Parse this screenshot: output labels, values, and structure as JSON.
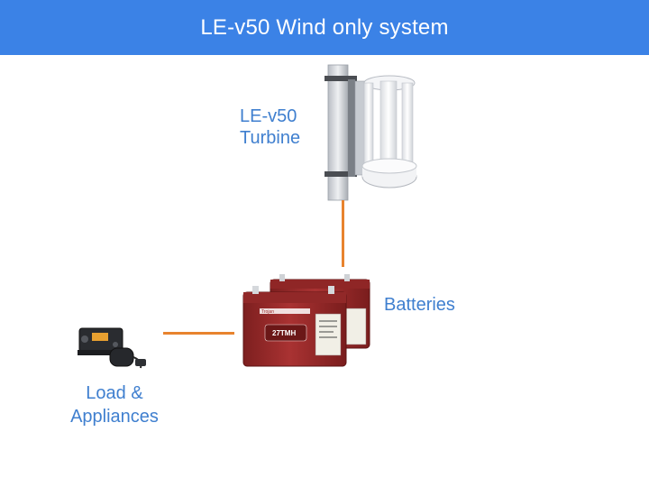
{
  "header": {
    "title": "LE-v50 Wind only system"
  },
  "turbine": {
    "label_line1": "LE-v50",
    "label_line2": "Turbine",
    "icon": "vertical-axis-wind-turbine-icon"
  },
  "batteries": {
    "label": "Batteries",
    "icon": "battery-bank-icon",
    "brand": "Trojan",
    "model": "27TMH"
  },
  "load": {
    "label_line1": "Load &",
    "label_line2": "Appliances",
    "icon": "marine-radio-icon"
  },
  "colors": {
    "header_bg": "#3b82e6",
    "header_text": "#ffffff",
    "label_text": "#3f7fcf",
    "wire": "#e8832e",
    "battery_case": "#9a2a2a"
  }
}
